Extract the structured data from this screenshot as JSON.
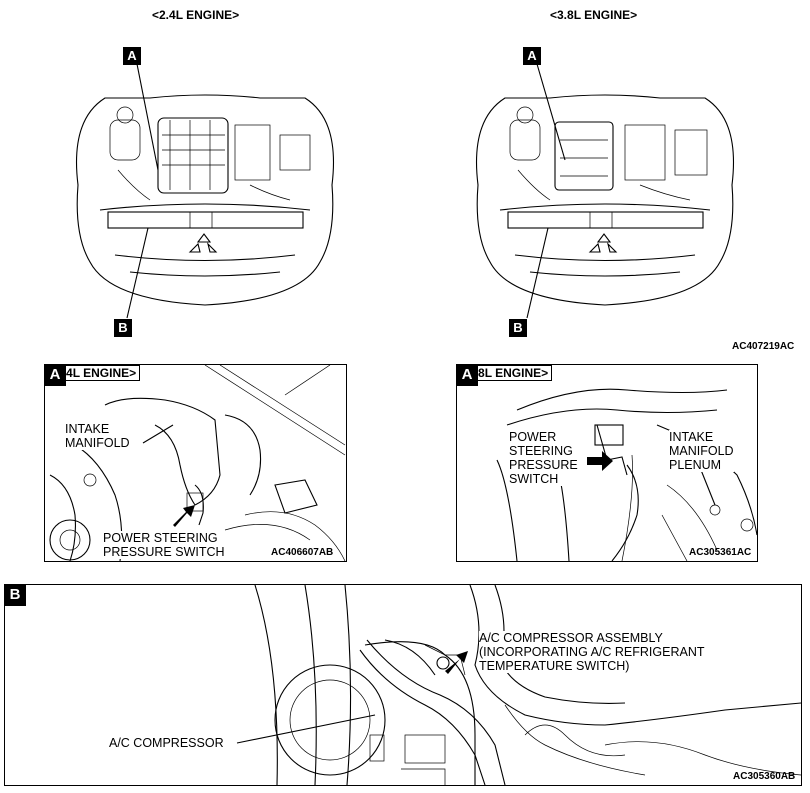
{
  "top": {
    "left_header": "<2.4L ENGINE>",
    "right_header": "<3.8L ENGINE>",
    "left_badge_a": "A",
    "left_badge_b": "B",
    "right_badge_a": "A",
    "right_badge_b": "B",
    "figure_code": "AC407219AC"
  },
  "detail_a_24": {
    "badge": "A",
    "title": "<2.4L ENGINE>",
    "label_manifold": "INTAKE\nMANIFOLD",
    "label_switch": "POWER STEERING\nPRESSURE SWITCH",
    "figure_code": "AC406607AB"
  },
  "detail_a_38": {
    "badge": "A",
    "title": "<3.8L ENGINE>",
    "label_switch": "POWER\nSTEERING\nPRESSURE\nSWITCH",
    "label_plenum": "INTAKE\nMANIFOLD\nPLENUM",
    "figure_code": "AC305361AC"
  },
  "detail_b": {
    "badge": "B",
    "label_assembly": "A/C COMPRESSOR ASSEMBLY\n(INCORPORATING A/C REFRIGERANT\nTEMPERATURE SWITCH)",
    "label_compressor": "A/C COMPRESSOR",
    "figure_code": "AC305360AB"
  }
}
